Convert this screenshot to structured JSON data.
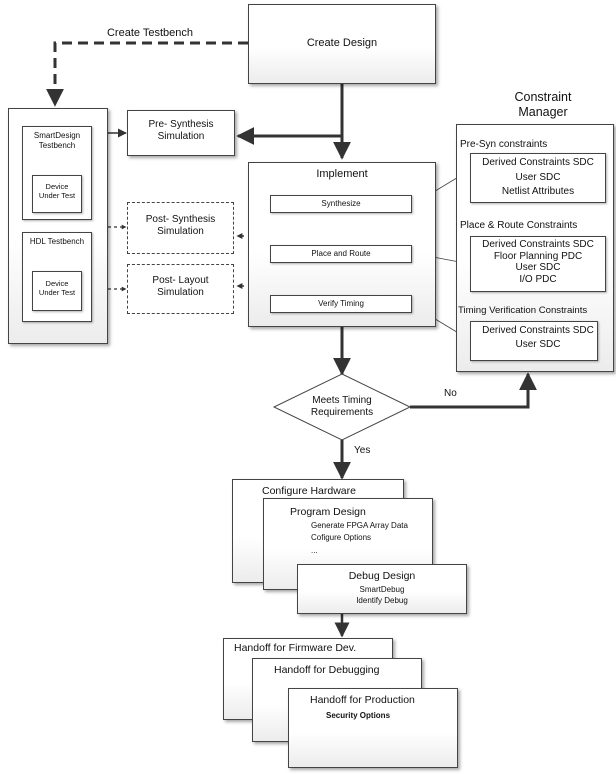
{
  "labels": {
    "create_testbench": "Create Testbench",
    "create_design": "Create Design",
    "pre_synthesis": "Pre- Synthesis\nSimulation",
    "smartdesign_testbench": "SmartDesign\nTestbench",
    "dut_1": "Device\nUnder Test",
    "hdl_testbench": "HDL Testbench",
    "dut_2": "Device\nUnder Test",
    "post_synthesis": "Post- Synthesis\nSimulation",
    "post_layout": "Post- Layout\nSimulation",
    "implement": "Implement",
    "synthesize": "Synthesize",
    "place_and_route": "Place and Route",
    "verify_timing": "Verify Timing",
    "constraint_manager": "Constraint\nManager",
    "presyn_constraints": "Pre-Syn constraints",
    "presyn_items": "Derived Constraints SDC\nUser SDC\nNetlist Attributes",
    "pnr_constraints": "Place & Route Constraints",
    "pnr_items": "Derived Constraints SDC\nFloor Planning PDC\nUser SDC\nI/O  PDC",
    "timing_constraints": "Timing Verification Constraints",
    "timing_items": "Derived Constraints SDC\nUser SDC",
    "meets_timing": "Meets Timing\nRequirements",
    "no": "No",
    "yes": "Yes",
    "configure_hardware": "Configure Hardware",
    "program_design": "Program Design",
    "program_items": "Generate FPGA Array Data\nCofigure Options\n...",
    "debug_design": "Debug Design",
    "debug_items": "SmartDebug\nIdentify Debug",
    "handoff_firmware": "Handoff for Firmware Dev.",
    "handoff_debugging": "Handoff for Debugging",
    "handoff_production": "Handoff for Production",
    "security_options": "Security Options"
  }
}
